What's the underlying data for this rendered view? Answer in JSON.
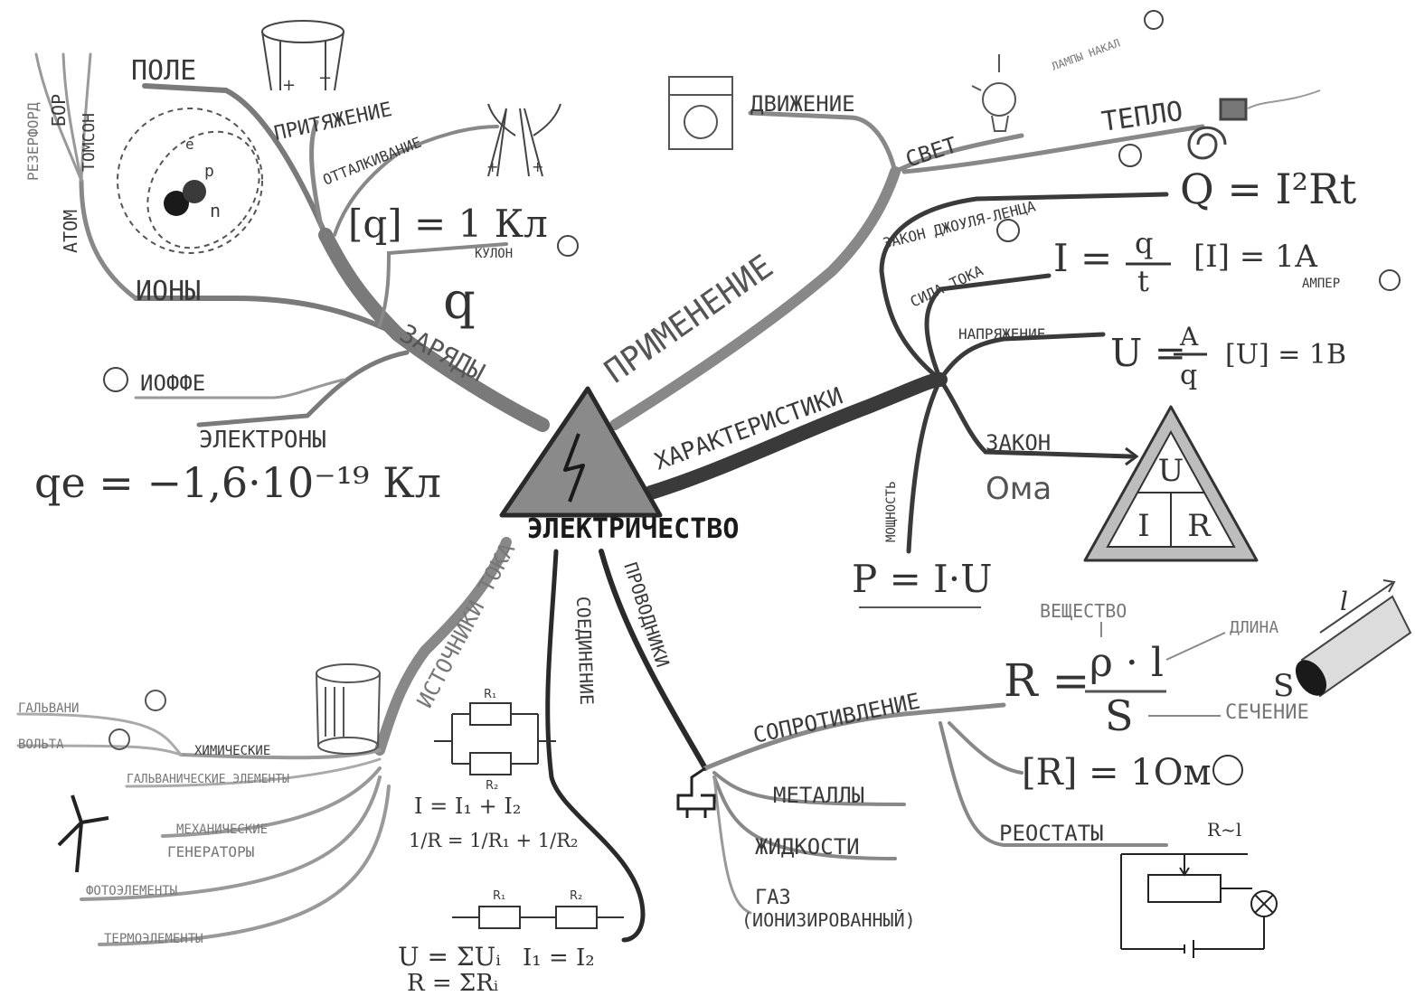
{
  "center": {
    "label": "ЭЛЕКТРИЧЕСТВО"
  },
  "branches": {
    "charges": {
      "label": "ЗАРЯДЫ",
      "symbol": "q",
      "unit_formula": "[q] = 1 Кл",
      "unit_name": "КУЛОН",
      "subtopics": {
        "field": "ПОЛЕ",
        "attraction": "ПРИТЯЖЕНИЕ",
        "repulsion": "ОТТАЛКИВАНИЕ",
        "ions": "ИОНЫ",
        "atom": "АТОМ",
        "rutherford": "РЕЗЕРФОРД",
        "bohr": "БОР",
        "thomson": "ТОМСОН",
        "electrons": "ЭЛЕКТРОНЫ",
        "ioffe": "ИОФФЕ",
        "electron_charge": "qe = −1,6·10⁻¹⁹ Кл",
        "plus": "+",
        "minus": "−",
        "atom_parts": [
          "p",
          "n",
          "e"
        ]
      }
    },
    "applications": {
      "label": "ПРИМЕНЕНИЕ",
      "subtopics": {
        "motion": "ДВИЖЕНИЕ",
        "light": "СВЕТ",
        "heat": "ТЕПЛО",
        "lamps": "ЛАМПЫ НАКАЛ"
      }
    },
    "characteristics": {
      "label": "ХАРАКТЕРИСТИКИ",
      "joule_lenz": "ЗАКОН ДЖОУЛЯ-ЛЕНЦА",
      "joule_lenz_formula": "Q = I²Rt",
      "current": "СИЛА ТОКА",
      "current_formula": {
        "lhs": "I =",
        "num": "q",
        "den": "t"
      },
      "current_unit": "[I] = 1А",
      "current_unit_name": "АМПЕР",
      "voltage": "НАПРЯЖЕНИЕ",
      "voltage_formula": {
        "lhs": "U =",
        "num": "A",
        "den": "q"
      },
      "voltage_unit": "[U] = 1В",
      "power": "МОЩНОСТЬ",
      "power_formula": "P = I·U",
      "law_top": "ЗАКОН",
      "law_bottom": "Ома",
      "ohm_triangle": {
        "top": "U",
        "left": "I",
        "right": "R"
      }
    },
    "sources": {
      "label": "ИСТОЧНИКИ ТОКА",
      "subtopics": {
        "galvani": "ГАЛЬВАНИ",
        "volta": "ВОЛЬТА",
        "chemical": "ХИМИЧЕСКИЕ",
        "galvanic_elements": "ГАЛЬВАНИЧЕСКИЕ ЭЛЕМЕНТЫ",
        "mechanical": "МЕХАНИЧЕСКИЕ",
        "generators": "ГЕНЕРАТОРЫ",
        "photoelements": "ФОТОЭЛЕМЕНТЫ",
        "thermoelements": "ТЕРМОЭЛЕМЕНТЫ"
      }
    },
    "connection": {
      "label": "СОЕДИНЕНИЕ",
      "r1": "R₁",
      "r2": "R₂",
      "parallel_current": "I = I₁ + I₂",
      "parallel_resistance": "1/R = 1/R₁ + 1/R₂",
      "series_voltage": "U = ΣUᵢ",
      "series_current": "I₁ = I₂",
      "series_resistance": "R = ΣRᵢ"
    },
    "conductors": {
      "label": "ПРОВОДНИКИ",
      "resistance": "СОПРОТИВЛЕНИЕ",
      "resistance_formula": {
        "lhs": "R =",
        "num": "ρ · l",
        "den": "S"
      },
      "substance": "ВЕЩЕСТВО",
      "length": "ДЛИНА",
      "section": "СЕЧЕНИЕ",
      "wire_symbols": {
        "length": "l",
        "area": "S"
      },
      "resistance_unit": "[R] = 1Ом",
      "rheostats": "РЕОСТАТЫ",
      "rheostat_relation": "R~l",
      "metals": "МЕТАЛЛЫ",
      "liquids": "ЖИДКОСТИ",
      "gas_top": "ГАЗ",
      "gas_bottom": "(ИОНИЗИРОВАННЫЙ)"
    }
  },
  "colors": {
    "ink": "#2a2a2a",
    "branch_dark": "#3a3a3a",
    "branch_mid": "#6a6a6a",
    "branch_light": "#9a9a9a",
    "triangle_fill": "#8a8a8a"
  }
}
